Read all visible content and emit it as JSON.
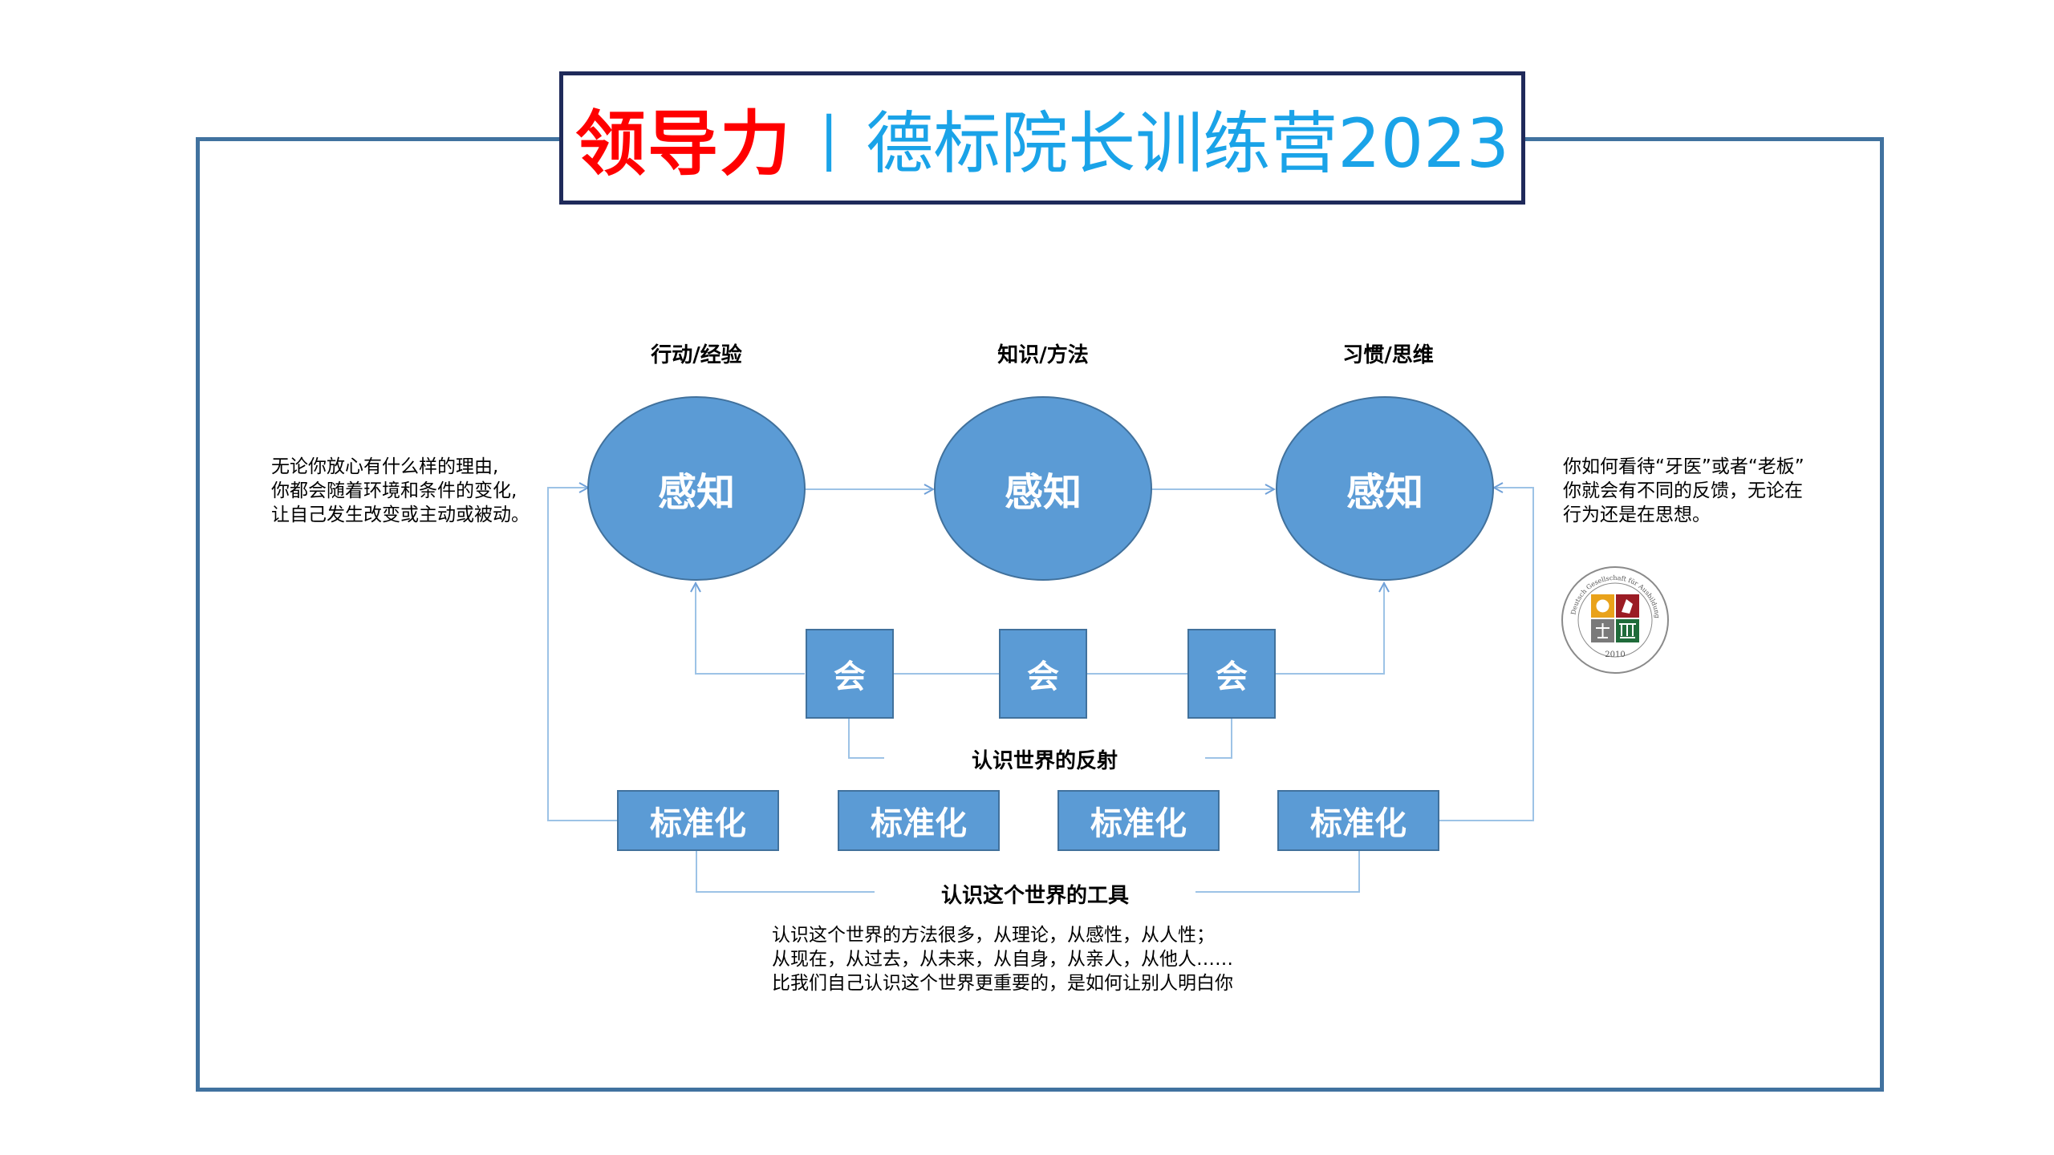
{
  "title": {
    "red": "领导力",
    "separator": "|",
    "blue": "德标院长训练营2023"
  },
  "stages": [
    {
      "label": "行动/经验",
      "circle": "感知"
    },
    {
      "label": "知识/方法",
      "circle": "感知"
    },
    {
      "label": "习惯/思维",
      "circle": "感知"
    }
  ],
  "hui": [
    "会",
    "会",
    "会"
  ],
  "reflection_label": "认识世界的反射",
  "standard": [
    "标准化",
    "标准化",
    "标准化",
    "标准化"
  ],
  "tools_label": "认识这个世界的工具",
  "left_note": [
    "无论你放心有什么样的理由,",
    "你都会随着环境和条件的变化,",
    "让自己发生改变或主动或被动。"
  ],
  "right_note": [
    "你如何看待“牙医”或者“老板”",
    "你就会有不同的反馈，无论在",
    "行为还是在思想。"
  ],
  "bottom_note": [
    "认识这个世界的方法很多，从理论，从感性，从人性；",
    "从现在，从过去，从未来，从自身，从亲人，从他人……",
    "比我们自己认识这个世界更重要的，是如何让别人明白你"
  ],
  "colors": {
    "frame": "#41729f",
    "title_border": "#1f2a5a",
    "title_red": "#ff0000",
    "title_blue": "#1aa3e8",
    "shape_fill": "#5b9bd5",
    "connector": "#9dc3e6"
  },
  "seal": {
    "year": "2010",
    "text": "Deutsch Gesellschaft für Ausbildung in Gesundheitswesen e.V."
  }
}
